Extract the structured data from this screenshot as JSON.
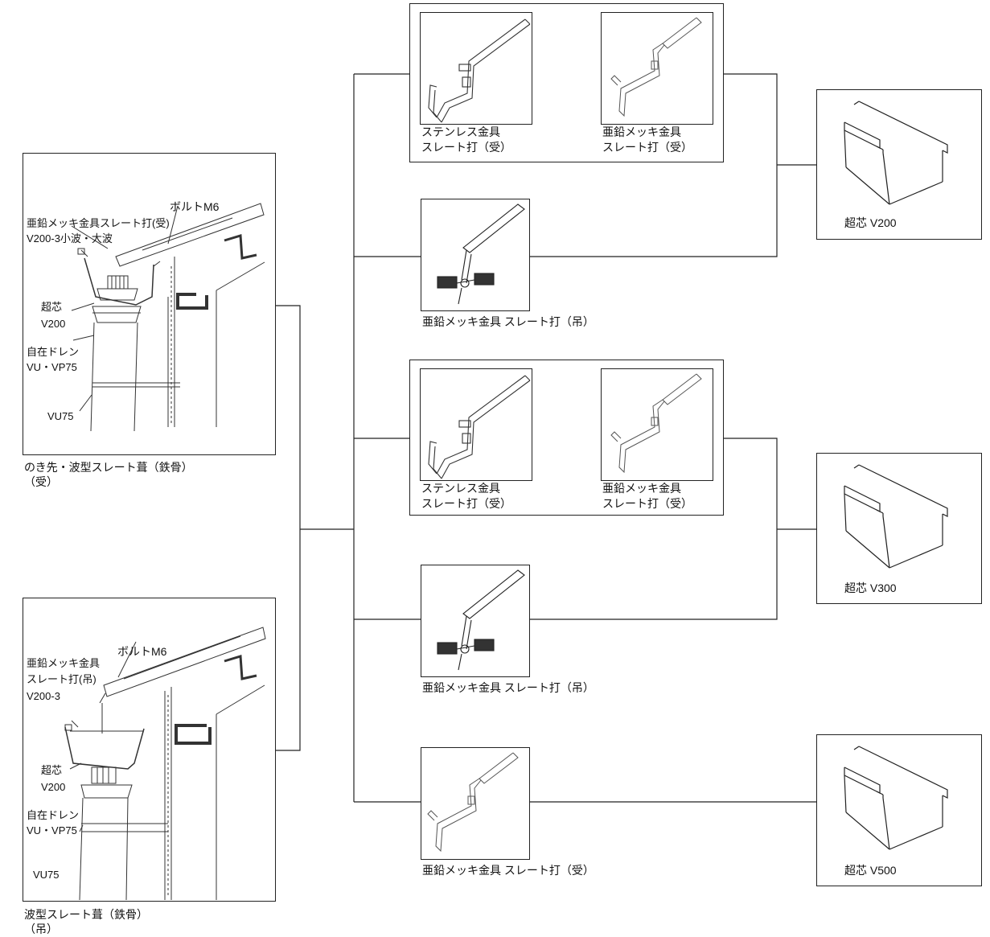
{
  "installs": [
    {
      "caption1": "のき先・波型スレート葺（鉄骨）",
      "caption2": "（受）",
      "callouts": {
        "bolt": "ボルトM6",
        "bracket1": "亜鉛メッキ金具スレート打(受)",
        "bracket2": "V200-3小波・大波",
        "gutter1": "超芯",
        "gutter2": "V200",
        "drain1": "自在ドレン",
        "drain2": "VU・VP75",
        "pipe": "VU75"
      }
    },
    {
      "caption1": "波型スレート葺（鉄骨）",
      "caption2": "（吊）",
      "callouts": {
        "bolt": "ボルトM6",
        "bracket1": "亜鉛メッキ金具",
        "bracket2": "スレート打(吊)",
        "bracket3": "V200-3",
        "gutter1": "超芯",
        "gutter2": "V200",
        "drain1": "自在ドレン",
        "drain2": "VU・VP75",
        "pipe": "VU75"
      }
    }
  ],
  "brackets": {
    "stainless_receive_l1": "ステンレス金具",
    "stainless_receive_l2": "スレート打（受）",
    "zinc_receive_l1": "亜鉛メッキ金具",
    "zinc_receive_l2": "スレート打（受）",
    "zinc_hang": "亜鉛メッキ金具 スレート打（吊）",
    "zinc_receive_single": "亜鉛メッキ金具 スレート打（受）"
  },
  "gutters": [
    {
      "label": "超芯 V200"
    },
    {
      "label": "超芯 V300"
    },
    {
      "label": "超芯 V500"
    }
  ]
}
